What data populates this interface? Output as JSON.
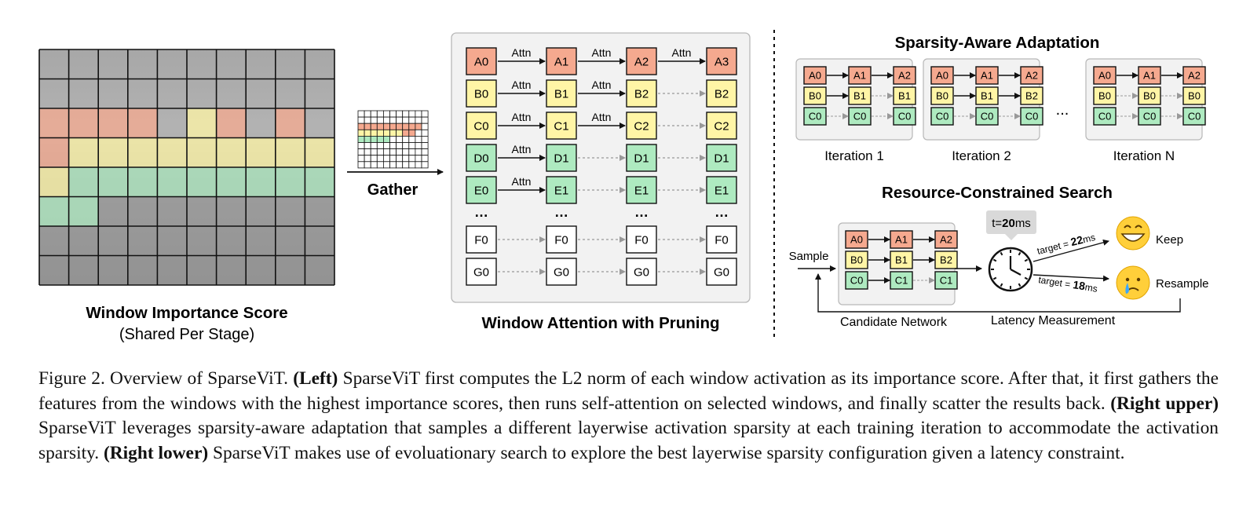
{
  "left": {
    "title": "Window Importance Score",
    "subtitle": "(Shared Per Stage)",
    "gather_label": "Gather"
  },
  "middle": {
    "title": "Window Attention with Pruning",
    "attn_label": "Attn",
    "ellipsis": "…",
    "rows": [
      {
        "labels": [
          "A0",
          "A1",
          "A2",
          "A3"
        ],
        "color": "#f5a98f",
        "attn": [
          true,
          true,
          true
        ]
      },
      {
        "labels": [
          "B0",
          "B1",
          "B2",
          "B2"
        ],
        "color": "#fff5a6",
        "attn": [
          true,
          true,
          false
        ]
      },
      {
        "labels": [
          "C0",
          "C1",
          "C2",
          "C2"
        ],
        "color": "#fff5a6",
        "attn": [
          true,
          true,
          false
        ]
      },
      {
        "labels": [
          "D0",
          "D1",
          "D1",
          "D1"
        ],
        "color": "#aeeac0",
        "attn": [
          true,
          false,
          false
        ]
      },
      {
        "labels": [
          "E0",
          "E1",
          "E1",
          "E1"
        ],
        "color": "#aeeac0",
        "attn": [
          true,
          false,
          false
        ]
      },
      {
        "labels": [
          "F0",
          "F0",
          "F0",
          "F0"
        ],
        "color": "#ffffff",
        "attn": [
          false,
          false,
          false
        ]
      },
      {
        "labels": [
          "G0",
          "G0",
          "G0",
          "G0"
        ],
        "color": "#ffffff",
        "attn": [
          false,
          false,
          false
        ]
      }
    ]
  },
  "right_upper": {
    "title": "Sparsity-Aware Adaptation",
    "dots": "...",
    "iterations": [
      {
        "label": "Iteration 1",
        "rows": [
          [
            "A0",
            "A1",
            "A2"
          ],
          [
            "B0",
            "B1",
            "B1"
          ],
          [
            "C0",
            "C0",
            "C0"
          ]
        ],
        "solid": [
          [
            true,
            true
          ],
          [
            true,
            false
          ],
          [
            false,
            false
          ]
        ]
      },
      {
        "label": "Iteration 2",
        "rows": [
          [
            "A0",
            "A1",
            "A2"
          ],
          [
            "B0",
            "B1",
            "B2"
          ],
          [
            "C0",
            "C0",
            "C0"
          ]
        ],
        "solid": [
          [
            true,
            true
          ],
          [
            true,
            true
          ],
          [
            false,
            false
          ]
        ]
      },
      {
        "label": "Iteration N",
        "rows": [
          [
            "A0",
            "A1",
            "A2"
          ],
          [
            "B0",
            "B0",
            "B0"
          ],
          [
            "C0",
            "C0",
            "C0"
          ]
        ],
        "solid": [
          [
            true,
            true
          ],
          [
            false,
            false
          ],
          [
            false,
            false
          ]
        ]
      }
    ]
  },
  "right_lower": {
    "title": "Resource-Constrained Search",
    "sample_label": "Sample",
    "candidate_label": "Candidate Network",
    "latency_label": "Latency Measurement",
    "timer_prefix": "t=",
    "timer_value": "20",
    "timer_unit": "ms",
    "target_prefix": "target = ",
    "target_keep": "22",
    "target_resample": "18",
    "keep_label": "Keep",
    "resample_label": "Resample",
    "candidate": {
      "rows": [
        [
          "A0",
          "A1",
          "A2"
        ],
        [
          "B0",
          "B1",
          "B2"
        ],
        [
          "C0",
          "C1",
          "C1"
        ]
      ],
      "solid": [
        [
          true,
          true
        ],
        [
          true,
          true
        ],
        [
          true,
          false
        ]
      ]
    }
  },
  "colors": {
    "red": "#f5a98f",
    "yellow": "#fff5a6",
    "green": "#aeeac0",
    "panel_bg": "#f2f2f2",
    "panel_border": "#b8b8b8",
    "emoji_face": "#ffcf3a"
  },
  "heatmap": {
    "grid": [
      [
        0,
        0,
        0,
        0,
        0,
        0,
        0,
        0,
        0,
        0
      ],
      [
        0,
        0,
        0,
        0,
        0,
        0,
        0,
        0,
        0,
        0
      ],
      [
        3,
        3,
        3,
        3,
        0,
        2,
        3,
        0,
        3,
        0
      ],
      [
        3,
        2,
        2,
        2,
        2,
        2,
        2,
        2,
        2,
        2
      ],
      [
        2,
        1,
        1,
        1,
        1,
        1,
        1,
        1,
        1,
        1
      ],
      [
        1,
        1,
        0,
        0,
        0,
        0,
        0,
        0,
        0,
        0
      ],
      [
        0,
        0,
        0,
        0,
        0,
        0,
        0,
        0,
        0,
        0
      ],
      [
        0,
        0,
        0,
        0,
        0,
        0,
        0,
        0,
        0,
        0
      ]
    ]
  },
  "caption": {
    "lead": "Figure 2. Overview of SparseViT. ",
    "left_tag": "(Left)",
    "left_text": " SparseViT first computes the L2 norm of each window activation as its importance score. After that, it first gathers the features from the windows with the highest importance scores, then runs self-attention on selected windows, and finally scatter the results back. ",
    "ru_tag": "(Right upper)",
    "ru_text": " SparseViT leverages sparsity-aware adaptation that samples a different layerwise activation sparsity at each training iteration to accommodate the activation sparsity. ",
    "rl_tag": "(Right lower)",
    "rl_text": " SparseViT makes use of evoluationary search to explore the best layerwise sparsity configuration given a latency constraint."
  }
}
